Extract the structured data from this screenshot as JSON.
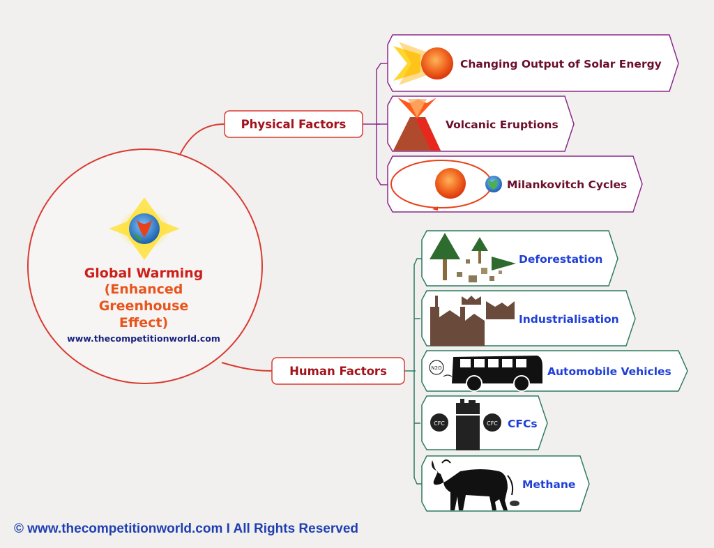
{
  "colors": {
    "background": "#f1f0ef",
    "central_border": "#d83a30",
    "central_title": "#cc1f1a",
    "central_subtitle": "#e8541c",
    "url": "#1a237e",
    "group_border": "#d83a30",
    "group_text": "#a3121a",
    "physical_border": "#8a2a8a",
    "physical_text": "#6b0e2a",
    "human_border": "#2e7b62",
    "human_text": "#1f3fd6",
    "footer": "#1f3fb0"
  },
  "central": {
    "title": "Global Warming",
    "subtitle_lines": [
      "(Enhanced",
      "Greenhouse",
      "Effect)"
    ],
    "url": "www.thecompetitionworld.com",
    "icon": "sun-earth-icon"
  },
  "groups": {
    "physical": {
      "label": "Physical Factors",
      "items": [
        {
          "label": "Changing Output of Solar Energy",
          "icon": "sun-rays-icon"
        },
        {
          "label": "Volcanic Eruptions",
          "icon": "volcano-icon"
        },
        {
          "label": "Milankovitch Cycles",
          "icon": "orbit-icon"
        }
      ]
    },
    "human": {
      "label": "Human Factors",
      "items": [
        {
          "label": "Deforestation",
          "icon": "trees-stumps-icon"
        },
        {
          "label": "Industrialisation",
          "icon": "factory-icon"
        },
        {
          "label": "Automobile Vehicles",
          "icon": "bus-icon",
          "emission_label": "N2O"
        },
        {
          "label": "CFCs",
          "icon": "fridge-icon",
          "emission_label": "CFC"
        },
        {
          "label": "Methane",
          "icon": "cow-icon"
        }
      ]
    }
  },
  "footer": "© www.thecompetitionworld.com I All Rights Reserved"
}
